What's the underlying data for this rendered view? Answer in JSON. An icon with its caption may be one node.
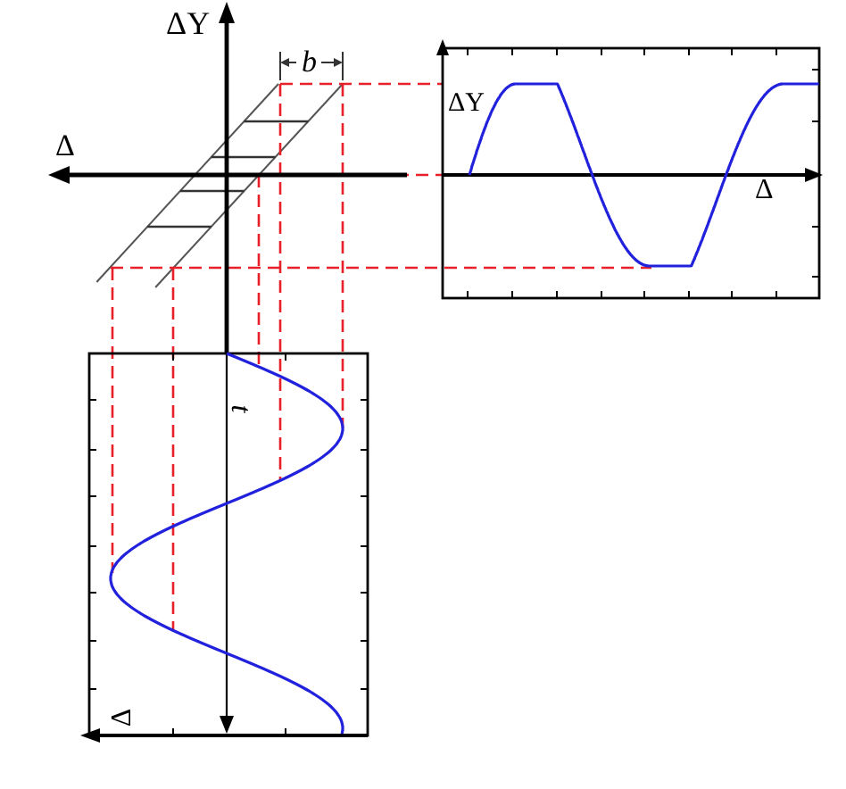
{
  "diagram": {
    "labels": [
      "ΔY",
      "b",
      "Δ",
      "ΔY",
      "Δ",
      "t",
      "Δ"
    ]
  }
}
